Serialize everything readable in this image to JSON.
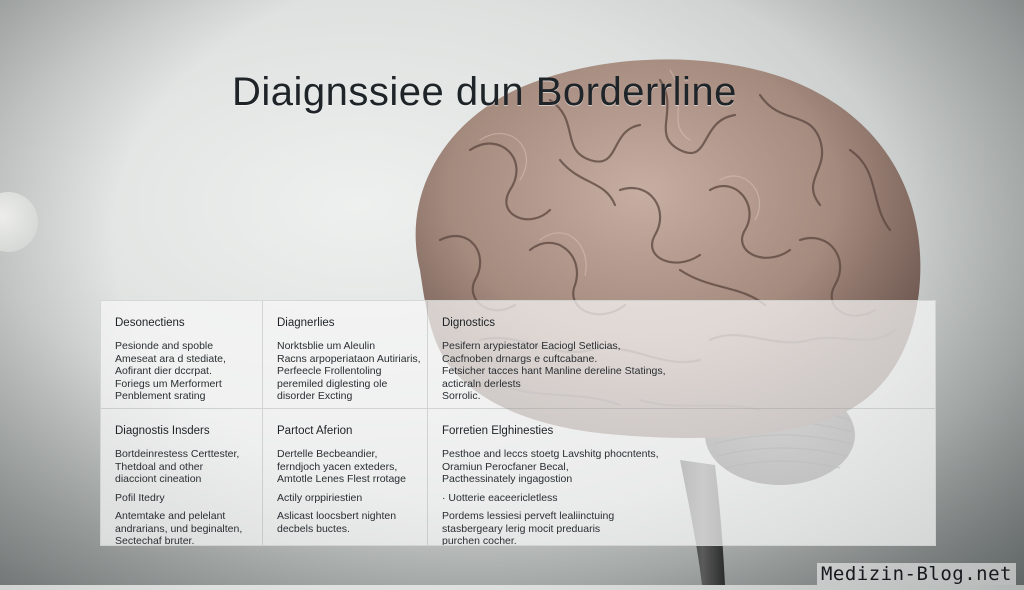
{
  "title": "Diaignssiee dun Borderrline",
  "watermark": "Medizin-Blog.net",
  "panel": {
    "cells": [
      {
        "heading": "Desonectiens",
        "lines": [
          "Pesionde and spoble",
          "Ameseat ara d stediate,",
          "Aofirant dier dccrpat.",
          "Foriegs um Merformert",
          "Penblement srating"
        ]
      },
      {
        "heading": "Diagnerlies",
        "lines": [
          "Norktsblie um Aleulin",
          "Racns arpoperiataon Autiriaris,",
          "Perfeecle Frollentoling",
          "peremiled diglesting ole",
          "disorder Excting"
        ]
      },
      {
        "heading": "Dignostics",
        "lines": [
          "Pesifern arypiestator Eaciogl Setlicias,",
          "Cacfnoben drnargs e cuftcabane.",
          "Fetsicher tacces hant Manline dereline Statings,",
          "acticraln derlests",
          "Sorrolic."
        ]
      },
      {
        "heading": "Diagnostis Insders",
        "lines": [
          "Bortdeinrestess Certtester,",
          "Thetdoal and other",
          "diacciont cineation",
          "",
          "Pofil Itedry",
          "",
          "Antemtake and pelelant",
          "andrarians, und beginalten,",
          "Sectechaf bruter."
        ]
      },
      {
        "heading": "Partoct Aferion",
        "lines": [
          "Dertelle Becbeandier,",
          "ferndjoch yacen exteders,",
          "Amtotle Lenes Flest rrotage",
          "",
          "Actily orppiriestien",
          "",
          "Aslicast loocsbert nighten",
          "decbels buctes."
        ]
      },
      {
        "heading": "Forretien Elghinesties",
        "lines": [
          "Pesthoe and leccs stoetg Lavshitg phocntents,",
          "Oramiun Perocfaner Becal,",
          "Pacthessinately ingagostion",
          "",
          "· Uotterie eaceericletless",
          "",
          "Pordems lessiesi perveft lealiinctuing",
          "stasbergeary lerig mocit preduaris",
          "purchen cocher."
        ]
      }
    ]
  },
  "colors": {
    "title": "#1f2428",
    "panel_background": "#f6f7f6",
    "background": "#dde0de",
    "brain": "#a58a7e"
  }
}
